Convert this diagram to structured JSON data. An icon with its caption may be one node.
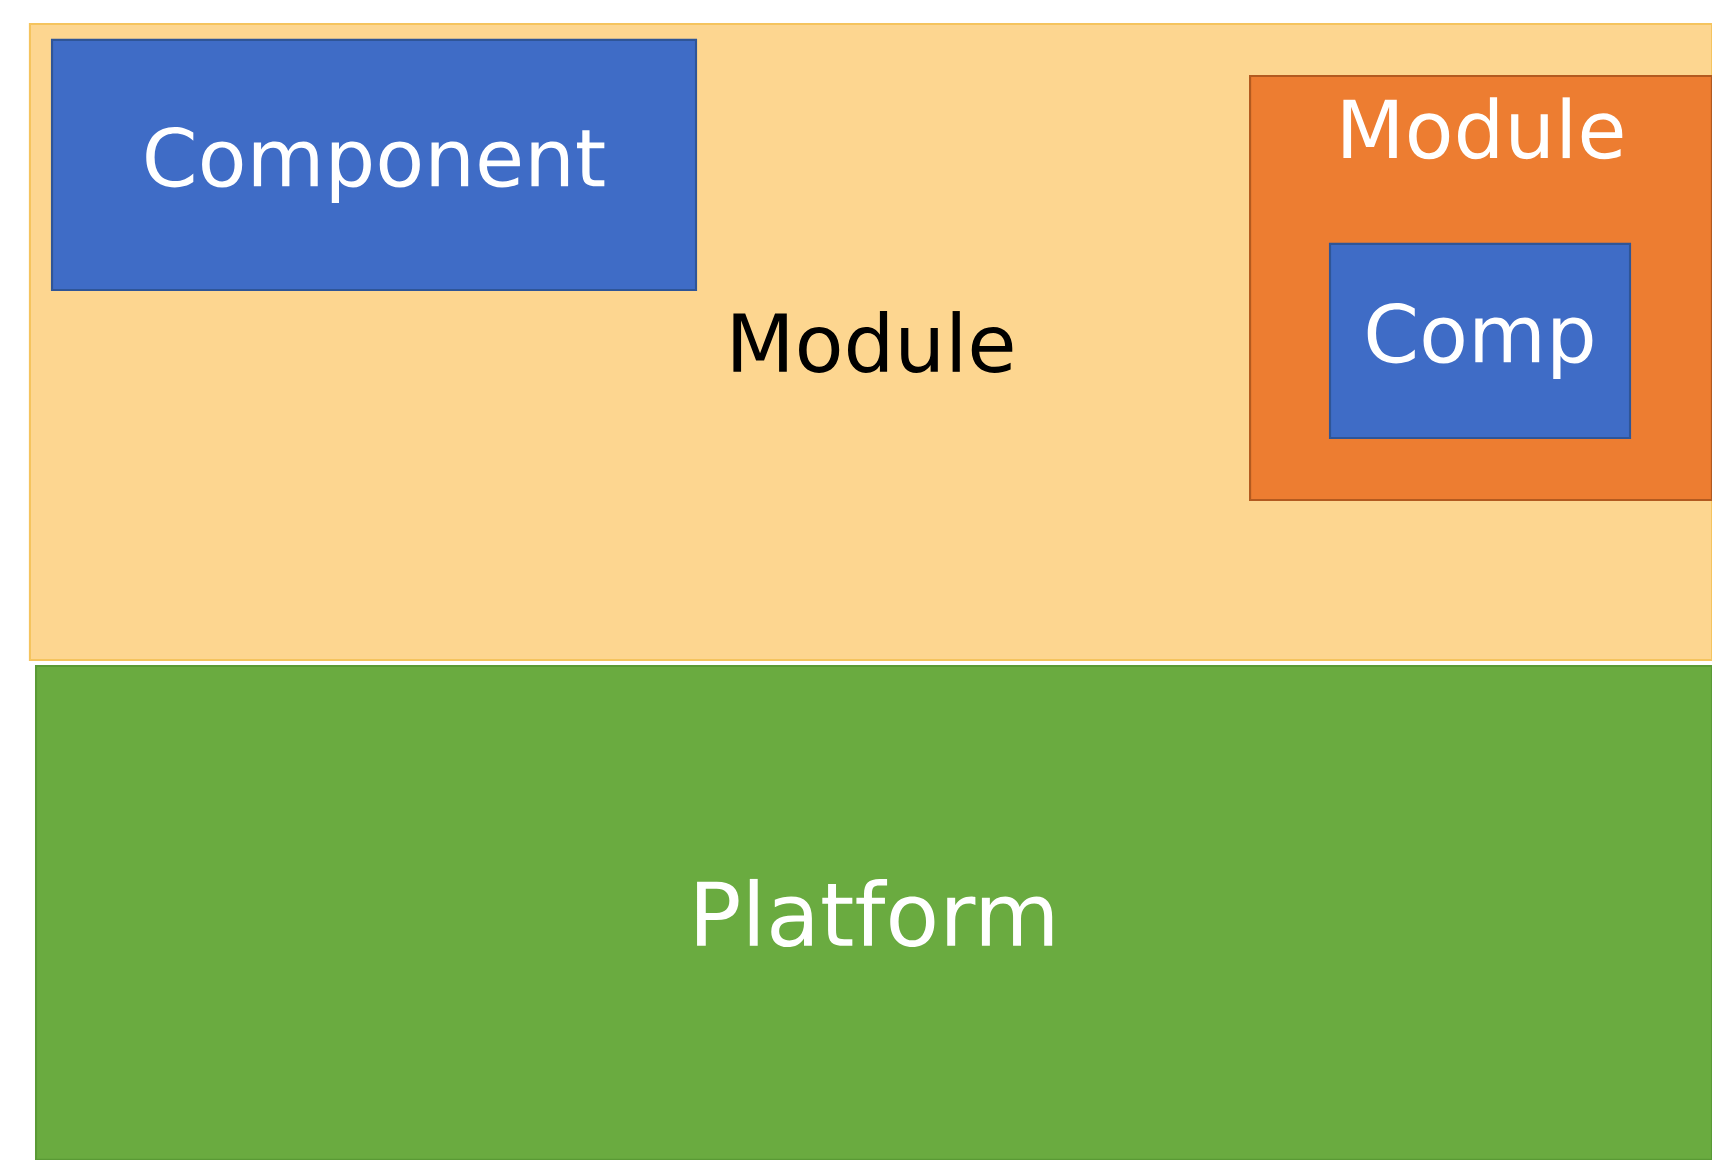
{
  "diagram": {
    "nodes": [
      {
        "text": [
          "Module"
        ]
      },
      {
        "text": [
          "Component"
        ],
        "in": 0
      },
      {
        "text": [
          "Module"
        ],
        "in": 0
      },
      {
        "text": [
          "Comp"
        ],
        "in": 2
      },
      {
        "text": [
          "Platform"
        ]
      }
    ]
  }
}
